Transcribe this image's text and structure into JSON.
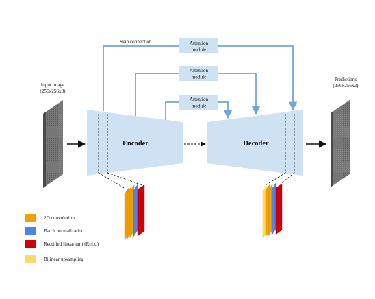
{
  "skip_label": "Skip connection",
  "attention": [
    "Attention",
    "module"
  ],
  "input": {
    "title": "Input image",
    "size": "(256x256x3)"
  },
  "output": {
    "title": "Predictions",
    "size": "(256x256x2)"
  },
  "encoder_label": "Encoder",
  "decoder_label": "Decoder",
  "legend": [
    {
      "label": "2D convolution",
      "color": "#f5a000"
    },
    {
      "label": "Batch normalization",
      "color": "#4a86e8"
    },
    {
      "label": "Rectified linear unit (ReLu)",
      "color": "#d0000a"
    },
    {
      "label": "Bilinear upsampling",
      "color": "#ffd966"
    }
  ],
  "colors": {
    "block": "#cfe2f3",
    "arrow": "#6fa8dc",
    "image": "#6d6d6d"
  }
}
